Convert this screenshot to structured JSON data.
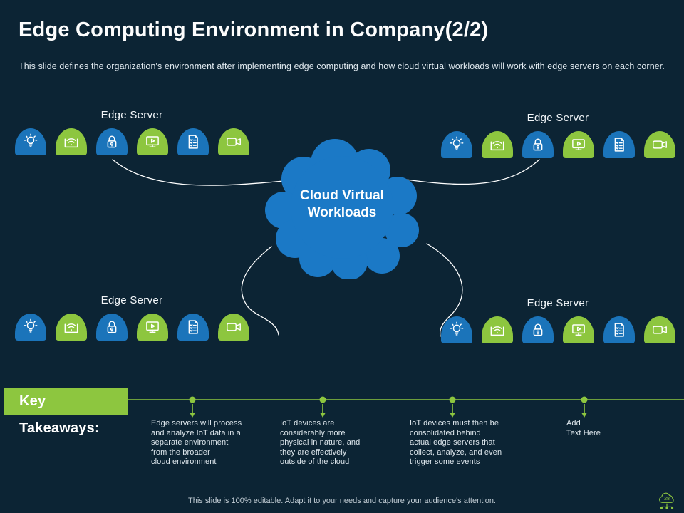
{
  "header": {
    "title": "Edge Computing Environment in Company(2/2)",
    "subtitle": "This slide defines the organization's environment after implementing edge computing and how cloud virtual workloads will work with edge servers on each corner."
  },
  "cloud": {
    "label": "Cloud Virtual\nWorkloads"
  },
  "edge_server": {
    "label": "Edge Server",
    "icons": [
      "lightbulb-icon",
      "wifi-icon",
      "lock-icon",
      "monitor-play-icon",
      "checklist-icon",
      "video-camera-icon"
    ],
    "groups": [
      "top-left",
      "top-right",
      "bottom-left",
      "bottom-right"
    ]
  },
  "key_takeaways": {
    "heading": "Key Takeaways:",
    "items": [
      "Edge servers will process\nand analyze IoT data in a\nseparate environment\nfrom the broader\ncloud environment",
      "IoT devices are\nconsiderably more\nphysical in nature, and\nthey are effectively\noutside of the cloud",
      "IoT devices must then be\nconsolidated behind\nactual edge servers that\ncollect, analyze, and even\ntrigger some events",
      "Add\nText Here"
    ]
  },
  "footer": {
    "note": "This slide is 100% editable. Adapt it to your needs and capture your audience's attention.",
    "page_number": "28"
  },
  "colors": {
    "background": "#0c2434",
    "accent_blue": "#1b74ba",
    "accent_green": "#8dc63f",
    "cloud_blue": "#1b79c6",
    "line_white": "#ffffff"
  }
}
